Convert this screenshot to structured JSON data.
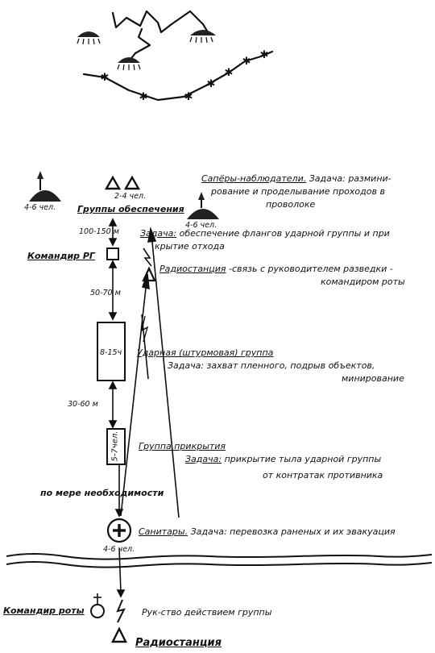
{
  "sappers": {
    "title": "Сапёры-наблюдатели.",
    "task": "Задача: размини-",
    "line2": "рование и проделывание проходов в",
    "line3": "проволоке"
  },
  "left_group_size": "4-6 чел.",
  "support_center_size": "2-4 чел.",
  "right_group_size": "4-6 чел.",
  "support_groups": "Группы обеспечения",
  "distance_1": "100-150 м",
  "support_task": {
    "label": "Задача:",
    "line1": "обеспечение флангов ударной группы и при",
    "line2": "крытие отхода"
  },
  "commander_rg": "Командир РГ",
  "radio": {
    "title": "Радиостанция",
    "line1": "-связь с руководителем разведки -",
    "line2": "командиром роты"
  },
  "distance_2": "50-70 м",
  "assault_size": "8-15ч",
  "assault": {
    "title": "Ударная (штурмовая) группа",
    "line1": "Задача: захват пленного, подрыв объектов,",
    "line2": "минирование"
  },
  "distance_3": "30-60 м",
  "cover_size": "5-7чел.",
  "cover": {
    "title": "Группа прикрытия",
    "line1_label": "Задача:",
    "line1": "прикрытие тыла ударной группы",
    "line2": "от контратак противника"
  },
  "as_needed": "по мере необходимости",
  "medics": {
    "title": "Санитары.",
    "task": "Задача: перевозка раненых и их эвакуация"
  },
  "medics_size": "4-6 чел.",
  "company_commander": "Командир роты",
  "group_control": "Рук-ство действием группы",
  "radio_bottom": "Радиостанция"
}
